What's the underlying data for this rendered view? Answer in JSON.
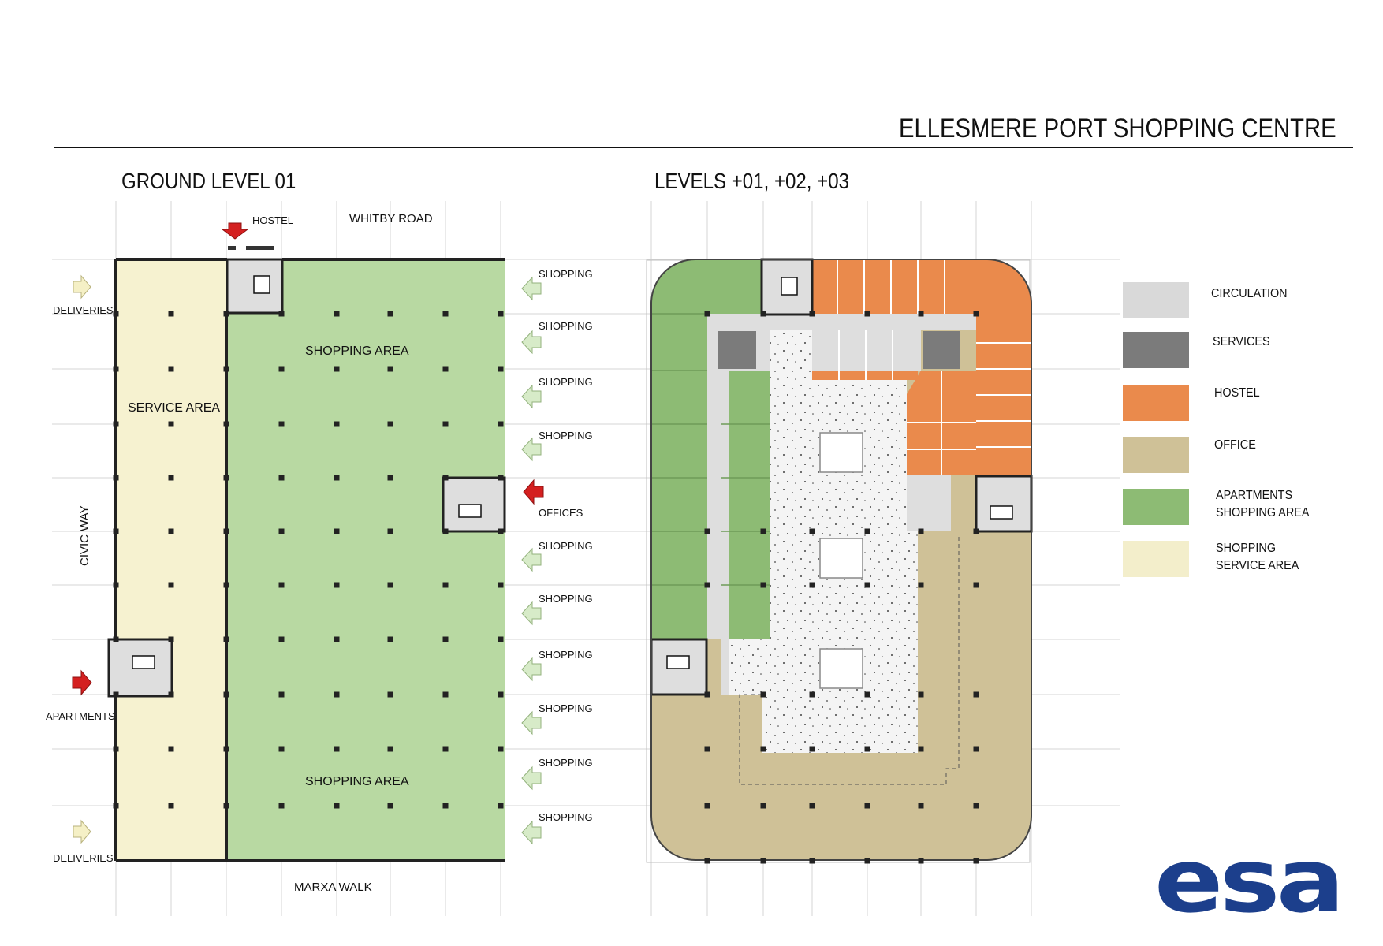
{
  "header": {
    "title": "ELLESMERE PORT SHOPPING CENTRE"
  },
  "plans": {
    "ground": {
      "heading": "GROUND LEVEL 01",
      "streets": {
        "north": "WHITBY ROAD",
        "south": "MARXA WALK",
        "west": "CIVIC WAY"
      },
      "areas": {
        "service": "SERVICE AREA",
        "shopping_top": "SHOPPING AREA",
        "shopping_bottom": "SHOPPING AREA"
      },
      "entrances": {
        "hostel": "HOSTEL",
        "deliveries_top": "DELIVERIES",
        "deliveries_bottom": "DELIVERIES",
        "apartments": "APARTMENTS",
        "offices": "OFFICES",
        "shopping": [
          "SHOPPING",
          "SHOPPING",
          "SHOPPING",
          "SHOPPING",
          "SHOPPING",
          "SHOPPING",
          "SHOPPING",
          "SHOPPING",
          "SHOPPING",
          "SHOPPING"
        ]
      }
    },
    "levels": {
      "heading": "LEVELS +01, +02, +03"
    }
  },
  "legend": [
    {
      "label": "CIRCULATION",
      "color": "#d9d9d9"
    },
    {
      "label": "SERVICES",
      "color": "#7b7b7b"
    },
    {
      "label": "HOSTEL",
      "color": "#ea8a4c"
    },
    {
      "label": "OFFICE",
      "color": "#cfc197"
    },
    {
      "label": "APARTMENTS\nSHOPPING AREA",
      "color": "#8dbb74"
    },
    {
      "label": "SHOPPING\nSERVICE AREA",
      "color": "#f3eecb"
    }
  ],
  "colors": {
    "shopping_area": "#b8d9a2",
    "service_area": "#f6f2d0",
    "circulation": "#dedede",
    "services": "#7b7b7b",
    "hostel": "#ea8a4c",
    "office": "#cfc197",
    "apartments": "#8dbb74",
    "arrow_red": "#d42020",
    "arrow_green": "#d7ebc8",
    "arrow_yellow": "#f5f0c6",
    "brand": "#1c3f8c"
  },
  "brand": {
    "logo": "esa"
  }
}
